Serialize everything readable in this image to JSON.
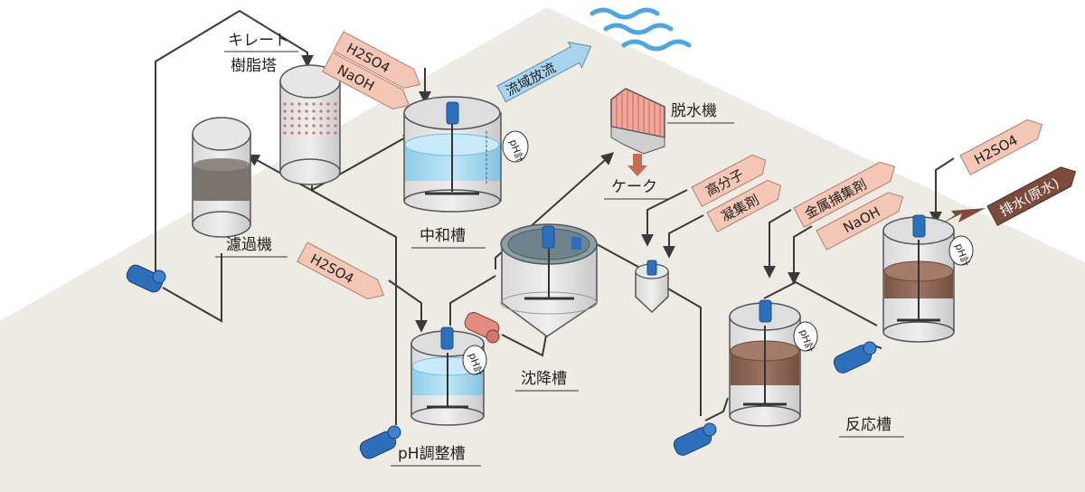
{
  "labels": {
    "chelate_line1": "キレート",
    "chelate_line2": "樹脂塔",
    "filter": "濾過機",
    "neutralization": "中和槽",
    "dehydrator": "脱水機",
    "cake": "ケーク",
    "settling": "沈降槽",
    "ph_adjust": "pH調整槽",
    "reaction": "反応槽"
  },
  "tags": {
    "h2so4_top": "H2SO4",
    "naoh_top": "NaOH",
    "discharge": "流域放流",
    "h2so4_mid": "H2SO4",
    "polymer_line1": "高分子",
    "polymer_line2": "凝集剤",
    "metal_collector": "金属捕集剤",
    "naoh_right": "NaOH",
    "h2so4_right": "H2SO4",
    "raw_water": "排水(原水)"
  },
  "meters": {
    "ph_neutral": "pH計",
    "ph_adjust": "pH計",
    "ph_reaction1": "pH計",
    "ph_reaction2": "pH計"
  },
  "colors": {
    "floor": "#eeebe5",
    "tag_pink": "#f3c6b5",
    "tag_blue": "#a9d4ee",
    "tag_brown": "#7d4b3c",
    "water_blue": "#a9dbf2",
    "sludge_brown": "#8a6452",
    "motor_blue": "#2d6fba",
    "pump_red": "#e58a80",
    "cake_arrow": "#c76a55"
  }
}
